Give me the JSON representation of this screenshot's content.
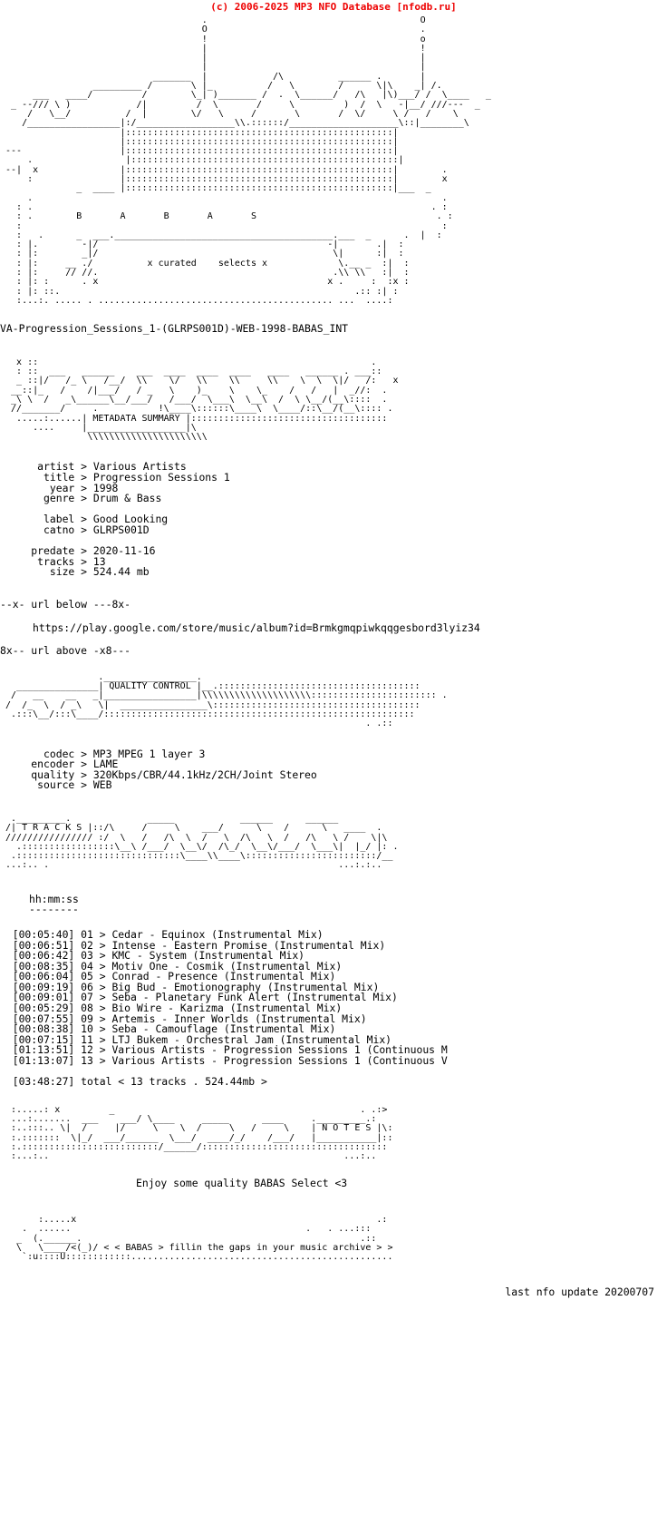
{
  "credit": {
    "text": "(c) 2006-2025 MP3 NFO Database [nfodb.ru]",
    "color": "#ee0000"
  },
  "header_art": {
    "group_tagline": "x curated   selects x",
    "group_letters": "B    A    B    A    S",
    "art_lines": [
      "                                   .                                     O",
      "                                   O                                     .",
      "                                   !                                     o",
      "                                   |                                     !",
      "                                   |                                     |",
      "                          ______   |                  _____  .           |",
      "               ______    /      \\  |_       /\\       /     \\ |\\      _|_/ .",
      "      ___   __/      \\__/   /\\   \\_| )_____/. \\_____/  /\\   \\| )____/  /  \\___   _",
      "  _ --/// \\ )      /|       /  \\    )     /    \\     )  /  \\   -|__/  ///--- _",
      "     /  \\__/    /  |      \\/    \\  /     /      \\   /  \\/     \\  /   /   \\",
      "    /______________|:/_____________\\\\.::::::/___________\\::|________\\",
      "                   |:::::::::::::::::::::::::::::::::::::::|",
      "                   |:::::::::::::::::::::::::::::::::::::::|",
      "                    |:::::::::::::::::::::::::::::::::::::::|",
      "                   |:::::::::::::::::::::::::::::::::::::::|",
      "                   |:::::::::::::::::::::::::::::::::::::::|",
      "              _ ___|:::::::::::::::::::::::::::::::::::::::|___ _"
    ]
  },
  "release": {
    "title_line": "VA-Progression_Sessions_1-(GLRPS001D)-WEB-1998-BABAS_INT"
  },
  "metadata_banner": {
    "label": "METADATA SUMMARY"
  },
  "metadata": {
    "fields": [
      {
        "key": "artist",
        "sep": ">",
        "value": "Various Artists"
      },
      {
        "key": "title",
        "sep": ">",
        "value": "Progression Sessions 1"
      },
      {
        "key": "year",
        "sep": ">",
        "value": "1998"
      },
      {
        "key": "genre",
        "sep": ">",
        "value": "Drum & Bass"
      }
    ],
    "fields2": [
      {
        "key": "label",
        "sep": ">",
        "value": "Good Looking"
      },
      {
        "key": "catno",
        "sep": ">",
        "value": "GLRPS001D"
      }
    ],
    "fields3": [
      {
        "key": "predate",
        "sep": ">",
        "value": "2020-11-16"
      },
      {
        "key": "tracks",
        "sep": ">",
        "value": "13"
      },
      {
        "key": "size",
        "sep": ">",
        "value": "524.44 mb"
      }
    ],
    "block": "      artist > Various Artists\n       title > Progression Sessions 1\n        year > 1998\n       genre > Drum & Bass\n\n       label > Good Looking\n       catno > GLRPS001D\n\n     predate > 2020-11-16\n      tracks > 13\n        size > 524.44 mb"
  },
  "url_section": {
    "above_marker": "--x- url below ---8x-",
    "url": "https://play.google.com/store/music/album?id=Brmkgmqpiwkqqgesbord3lyiz34",
    "below_marker": "8x-- url above -x8---"
  },
  "quality_banner": {
    "label": "QUALITY CONTROL"
  },
  "quality": {
    "fields": [
      {
        "key": "codec",
        "sep": ">",
        "value": "MP3 MPEG 1 layer 3"
      },
      {
        "key": "encoder",
        "sep": ">",
        "value": "LAME"
      },
      {
        "key": "quality",
        "sep": ">",
        "value": "320Kbps/CBR/44.1kHz/2CH/Joint Stereo"
      },
      {
        "key": "source",
        "sep": ">",
        "value": "WEB"
      }
    ],
    "block": "       codec > MP3 MPEG 1 layer 3\n     encoder > LAME\n     quality > 320Kbps/CBR/44.1kHz/2CH/Joint Stereo\n      source > WEB"
  },
  "tracks_banner": {
    "label": "T R A C K S"
  },
  "tracklist": {
    "time_header": "hh:mm:ss",
    "time_rule": "--------",
    "columns": [
      "time",
      "num",
      "sep",
      "title"
    ],
    "rows": [
      {
        "time": "[00:05:40]",
        "num": "01",
        "sep": ">",
        "title": "Cedar - Equinox (Instrumental Mix)"
      },
      {
        "time": "[00:06:51]",
        "num": "02",
        "sep": ">",
        "title": "Intense - Eastern Promise (Instrumental Mix)"
      },
      {
        "time": "[00:06:42]",
        "num": "03",
        "sep": ">",
        "title": "KMC - System (Instrumental Mix)"
      },
      {
        "time": "[00:08:35]",
        "num": "04",
        "sep": ">",
        "title": "Motiv One - Cosmik (Instrumental Mix)"
      },
      {
        "time": "[00:06:04]",
        "num": "05",
        "sep": ">",
        "title": "Conrad - Presence (Instrumental Mix)"
      },
      {
        "time": "[00:09:19]",
        "num": "06",
        "sep": ">",
        "title": "Big Bud - Emotionography (Instrumental Mix)"
      },
      {
        "time": "[00:09:01]",
        "num": "07",
        "sep": ">",
        "title": "Seba - Planetary Funk Alert (Instrumental Mix)"
      },
      {
        "time": "[00:05:29]",
        "num": "08",
        "sep": ">",
        "title": "Bio Wire - Karizma (Instrumental Mix)"
      },
      {
        "time": "[00:07:55]",
        "num": "09",
        "sep": ">",
        "title": "Artemis - Inner Worlds (Instrumental Mix)"
      },
      {
        "time": "[00:08:38]",
        "num": "10",
        "sep": ">",
        "title": "Seba - Camouflage (Instrumental Mix)"
      },
      {
        "time": "[00:07:15]",
        "num": "11",
        "sep": ">",
        "title": "LTJ Bukem - Orchestral Jam (Instrumental Mix)"
      },
      {
        "time": "[01:13:51]",
        "num": "12",
        "sep": ">",
        "title": "Various Artists - Progression Sessions 1 (Continuous M"
      },
      {
        "time": "[01:13:07]",
        "num": "13",
        "sep": ">",
        "title": "Various Artists - Progression Sessions 1 (Continuous V"
      }
    ],
    "total_line": "[03:48:27] total < 13 tracks . 524.44mb >",
    "block": "  [00:05:40] 01 > Cedar - Equinox (Instrumental Mix)\n  [00:06:51] 02 > Intense - Eastern Promise (Instrumental Mix)\n  [00:06:42] 03 > KMC - System (Instrumental Mix)\n  [00:08:35] 04 > Motiv One - Cosmik (Instrumental Mix)\n  [00:06:04] 05 > Conrad - Presence (Instrumental Mix)\n  [00:09:19] 06 > Big Bud - Emotionography (Instrumental Mix)\n  [00:09:01] 07 > Seba - Planetary Funk Alert (Instrumental Mix)\n  [00:05:29] 08 > Bio Wire - Karizma (Instrumental Mix)\n  [00:07:55] 09 > Artemis - Inner Worlds (Instrumental Mix)\n  [00:08:38] 10 > Seba - Camouflage (Instrumental Mix)\n  [00:07:15] 11 > LTJ Bukem - Orchestral Jam (Instrumental Mix)\n  [01:13:51] 12 > Various Artists - Progression Sessions 1 (Continuous M\n  [01:13:07] 13 > Various Artists - Progression Sessions 1 (Continuous V\n\n  [03:48:27] total < 13 tracks . 524.44mb >"
  },
  "notes_banner": {
    "label": "N O T E S"
  },
  "notes": {
    "message": "Enjoy some quality BABAS Select <3"
  },
  "greets": {
    "message": "< BABAS > fillin the gaps in your music archive > >"
  },
  "footer": {
    "last_update_label": "last nfo update",
    "last_update_value": "20200707",
    "line": "last nfo update 20200707"
  },
  "art": {
    "header_block": "                                    .                                      O\n                                    O                                      .\n                                    !                                      o\n                                    |                                      !\n                                    |                                      |\n                           ______   |          /\\       _____  .           |\n                ______    /      \\  |_        /  \\     /     \\ |\\     _|_ /.\n  _ ___   ___/ /      \\__/   /\\    \\_|_)____/ .  \\____/  /\\   \\|_)___/   /  \\___   _\n    -///  \\ )       /|        /  \\    )      /     \\     )  /  \\    -|__/ ///-  _\n      /  \\__/    /  |       \\/     \\  /     /       \\   /  \\/      \\  /   /   \\\n     /_____________|:/______________\\\\.::::::/____________\\::|_________\\",
    "metadata_banner_block": "   x ::  ___  _____    ___  ____  ____ ____   ____   _______. ___::\n   : ::/  /__\\  /___/   \\\\   \\/   \\\\   \\   \\   \\   \\   \\  \\|/   /:   x\n  __::|_   /   /|   / _  \\   )_   \\   \\  \\_  /   /   /   /  |  _//:  .\n  _\\ \\  /  _\\_______\\/___/  /___/  \\___\\  \\  \\  /  \\ \\__/(__\\::::\n  //______/ .....| METADATA SUMMARY |\\___\\::::::\\___\\  \\__/::\\__/(__\\::::\n      ....     |___________________|\\ :::::::::::::::::::::::::::::::::::\n               \\\\\\\\\\\\\\\\\\\\\\\\\\\\\\\\\\\\\\",
    "quality_banner_block": "                 ._________________.\n   _______________| QUALITY CONTROL |__.::::::::::::::::::::::::::::::::::::\n  /  __   __   ___|_________________|\\\\\\\\\\\\\\\\\\\\\\\\\\\\\\\\\\::::::::::::::::::: .\n /  /_ \\ / _\\  \\| ______________\\:::::::::::::::::::::::::::::::::::::::::\n  .::\\__/:::\\___/:::::::::::::::::::::::::::::::::::::::::::::::::::::::::\n                                                                    . .::",
    "tracks_banner_block": " ._______.         _____        ____      ____     _____\n/| T R A C K S |::/    /\\      /    \\    /    \\   /  /  \\  .\n//////////////// :/    /  \\    /  /\\  \\  /  /\\  \\ /__/ /| .\n   .::::::::::::::::\\___\\  \\__\\__\\ \\__\\ \\__\\ \\__\\  |__|:\n  .::::::::::::::::::::::::::::::::::::::::::::::::::::::::::\n ...:.. .                                          ...:.:..",
    "notes_banner_block": " :.....: x       _                                  . .:>\n  ..:.......___   ___/ \\___   ____   ___   ____   ._________.:\n  :...::  \\|  /   |/   \\   \\ /    \\ /  /  /    \\  | N O T E S |\\:\n  :.:::::. \\|_/ ___/___  \\__/  ___/_/  /__/  ___/ |___________|::\n  :.::::::::::::::::::::::::/_____/:::::::::::::::::::::::::::::\n  :...:..                                              ...:..",
    "greets_block": "      :.....x                                            .:\n   .  ......                                   .  . ...:::\n  _  (.______.                                          ...\n  \\   \\___/<(_)/ < < BABAS > fillin the gaps in your music archive > >\n   `:u::::U:::::::::::..................................."
  }
}
